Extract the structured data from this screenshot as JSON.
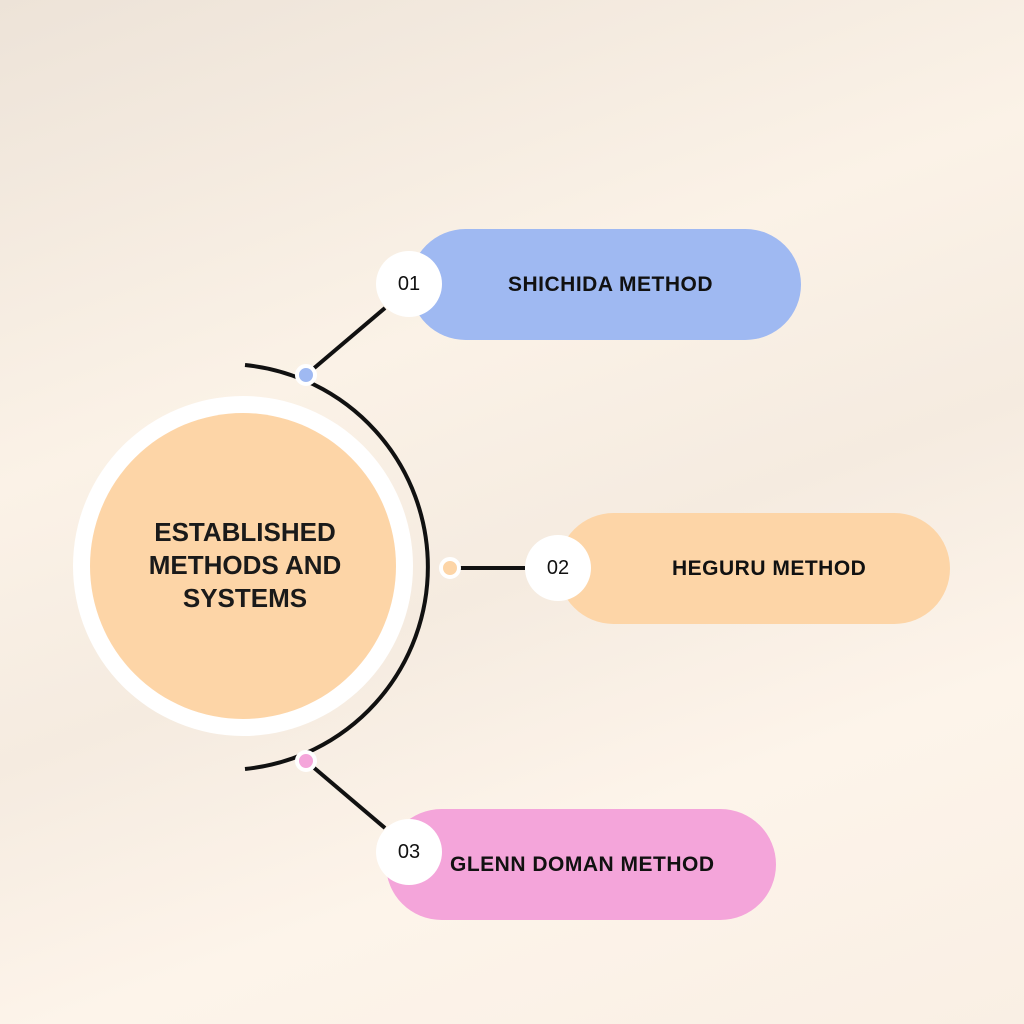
{
  "center": {
    "title": "ESTABLISHED\nMETHODS AND\nSYSTEMS",
    "color": "#fdd5a7"
  },
  "items": [
    {
      "number": "01",
      "label": "SHICHIDA METHOD",
      "color": "#9fb9f2"
    },
    {
      "number": "02",
      "label": "HEGURU METHOD",
      "color": "#fdd5a7"
    },
    {
      "number": "03",
      "label": "GLENN DOMAN METHOD",
      "color": "#f4a5da"
    }
  ]
}
